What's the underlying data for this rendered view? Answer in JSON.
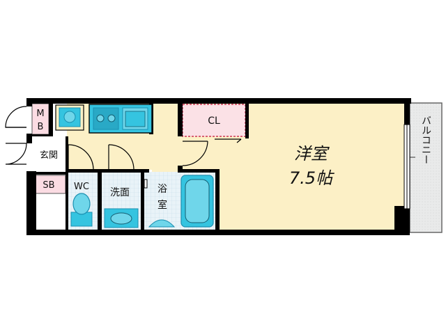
{
  "rooms": {
    "main": "洋室",
    "main_size": "7.5帖",
    "closet": "CL",
    "balcony": "バルコニー",
    "toilet": "WC",
    "washroom": "洗面",
    "bath_1": "浴",
    "bath_2": "室",
    "entrance": "玄関",
    "meter_box_1": "M",
    "meter_box_2": "B",
    "shoe_box": "SB"
  },
  "colors": {
    "wall": "#000000",
    "floor_room": "#fcf0c6",
    "floor_wet": "#e9f3f8",
    "floor_entrance": "#ffffff",
    "pink_label": "#fbdce3",
    "closet_fill": "#fbe1e6",
    "closet_border": "#cc3355",
    "fixture": "#35c4e0",
    "fixture_dark": "#1a8fb0",
    "balcony": "#e9eaea"
  }
}
